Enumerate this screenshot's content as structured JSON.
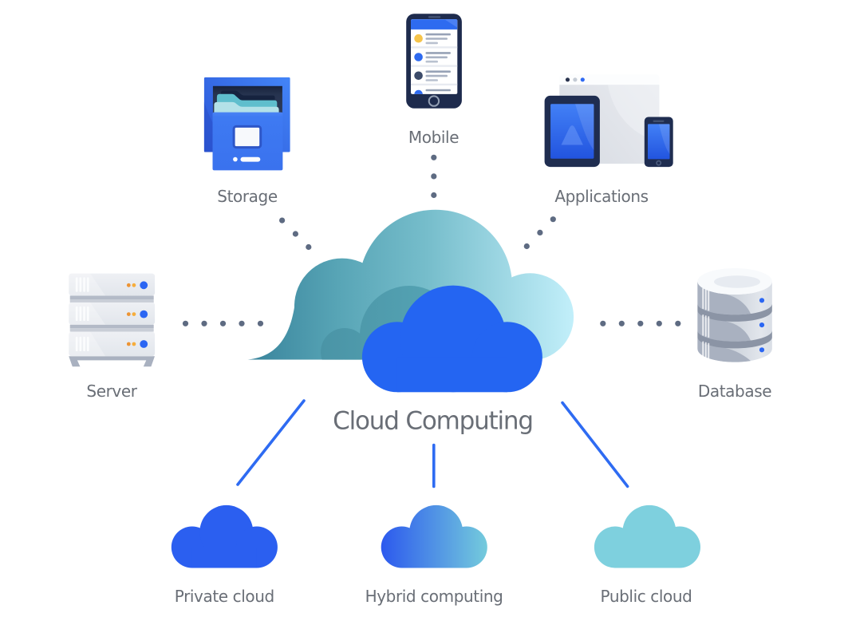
{
  "title": {
    "text": "Cloud Computing"
  },
  "nodes": {
    "storage": {
      "label": "Storage",
      "icon": "file-cabinet"
    },
    "mobile": {
      "label": "Mobile",
      "icon": "smartphone"
    },
    "applications": {
      "label": "Applications",
      "icon": "devices-browser"
    },
    "server": {
      "label": "Server",
      "icon": "server-rack"
    },
    "database": {
      "label": "Database",
      "icon": "database-cylinder"
    },
    "private_cloud": {
      "label": "Private cloud",
      "icon": "cloud-solid-blue"
    },
    "hybrid_computing": {
      "label": "Hybrid computing",
      "icon": "cloud-gradient"
    },
    "public_cloud": {
      "label": "Public cloud",
      "icon": "cloud-solid-teal"
    }
  },
  "colors": {
    "accent_blue": "#2565f2",
    "dark_navy": "#1e2b4d",
    "teal_dark": "#38839b",
    "teal_light": "#c2effa",
    "dot_gray": "#5e6b82",
    "label_gray": "#6a6f77",
    "public_teal": "#7ed0de",
    "orange": "#ed9434",
    "amber": "#f6ad3c"
  }
}
